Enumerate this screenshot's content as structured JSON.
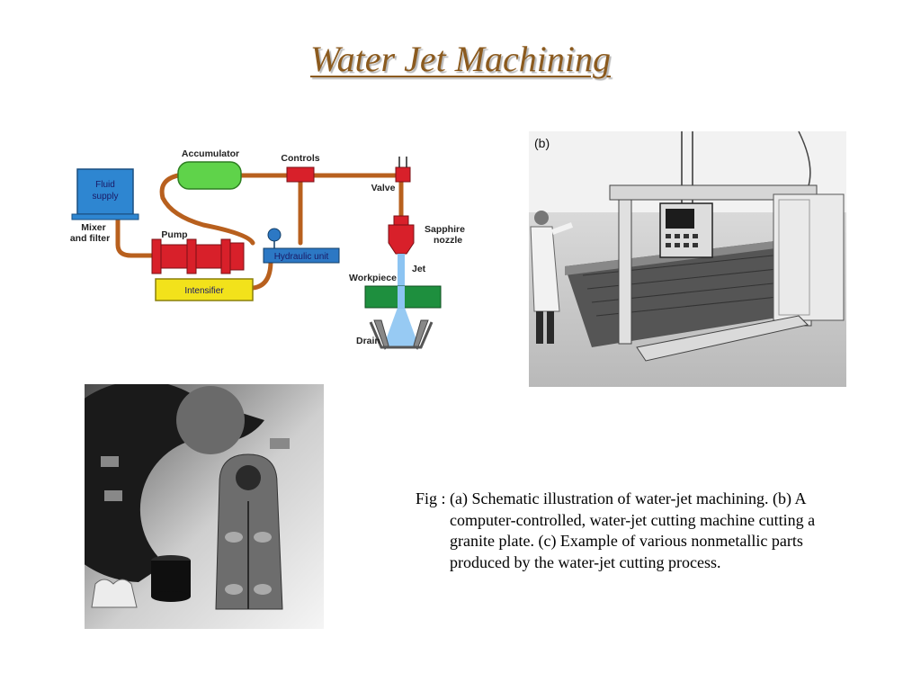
{
  "slide": {
    "title": "Water Jet Machining",
    "caption": "Fig : (a) Schematic illustration of water-jet machining. (b) A computer-controlled, water-jet cutting machine cutting a granite plate. (c) Example of various nonmetallic parts produced by the water-jet cutting process."
  },
  "schematic": {
    "labels": {
      "accumulator": "Accumulator",
      "controls": "Controls",
      "fluid_supply_1": "Fluid",
      "fluid_supply_2": "supply",
      "mixer_1": "Mixer",
      "mixer_2": "and filter",
      "pump": "Pump",
      "hydraulic_unit": "Hydraulic unit",
      "intensifier": "Intensifier",
      "valve": "Valve",
      "sapphire_1": "Sapphire",
      "sapphire_2": "nozzle",
      "jet": "Jet",
      "workpiece": "Workpiece",
      "drain": "Drain"
    }
  },
  "photo_b": {
    "tag": "(b)"
  },
  "colors": {
    "title": "#8B5A1E",
    "pipe": "#B8601E",
    "fluid_supply": "#2E86D1",
    "accumulator": "#5FD34A",
    "pump": "#D8202A",
    "intensifier": "#F2E21B",
    "hydraulic_unit": "#2C78C4",
    "workpiece": "#1E8F3E",
    "jet": "#8CC4F2"
  }
}
